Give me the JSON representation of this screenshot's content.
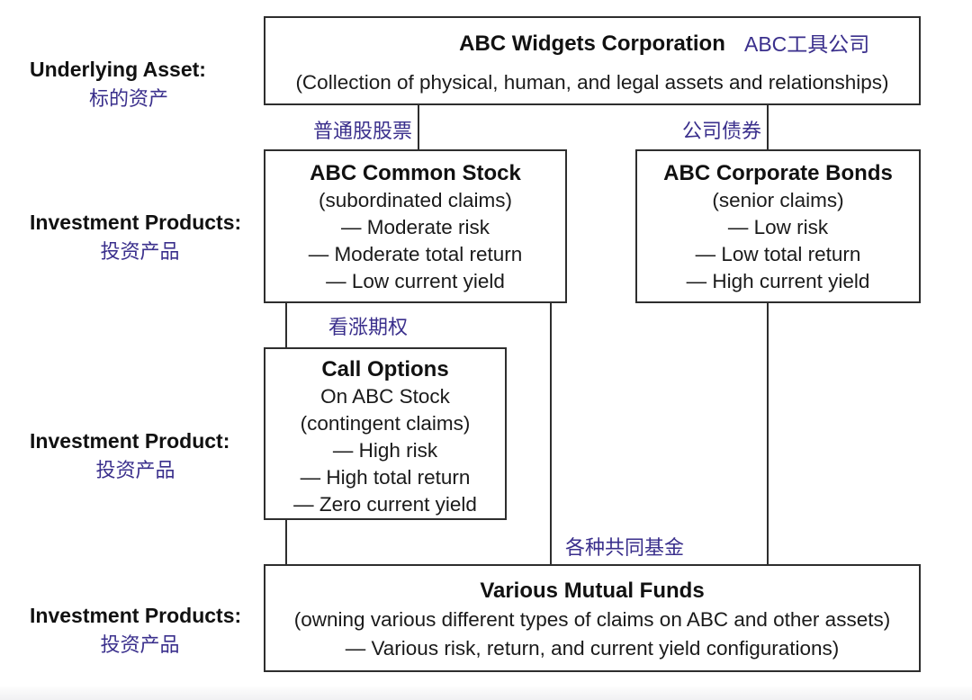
{
  "colors": {
    "accent_purple": "#3A2F8C",
    "box_border": "#2e2e2e",
    "text": "#161616",
    "background": "#ffffff"
  },
  "rows": [
    {
      "label_en": "Underlying Asset:",
      "label_zh": "标的资产"
    },
    {
      "label_en": "Investment Products:",
      "label_zh": "投资产品"
    },
    {
      "label_en": "Investment Product:",
      "label_zh": "投资产品"
    },
    {
      "label_en": "Investment Products:",
      "label_zh": "投资产品"
    }
  ],
  "boxes": {
    "corporation": {
      "title": "ABC Widgets Corporation",
      "title_zh": "ABC工具公司",
      "body": [
        "(Collection of physical, human, and legal assets and relationships)"
      ]
    },
    "common_stock": {
      "title": "ABC Common Stock",
      "body": [
        "(subordinated claims)",
        "— Moderate risk",
        "— Moderate total return",
        "— Low current yield"
      ]
    },
    "corporate_bonds": {
      "title": "ABC Corporate Bonds",
      "body": [
        "(senior claims)",
        "— Low risk",
        "— Low total return",
        "— High current yield"
      ]
    },
    "call_options": {
      "title": "Call Options",
      "body": [
        "On ABC Stock",
        "(contingent claims)",
        "— High risk",
        "— High total return",
        "— Zero current yield"
      ]
    },
    "mutual_funds": {
      "title": "Various Mutual Funds",
      "body": [
        "(owning various different types of claims on ABC and other assets)",
        "— Various risk, return, and current yield configurations)"
      ]
    }
  },
  "connector_labels": {
    "common_stock": "普通股股票",
    "corporate_bonds": "公司债券",
    "call_options": "看涨期权",
    "mutual_funds": "各种共同基金"
  }
}
